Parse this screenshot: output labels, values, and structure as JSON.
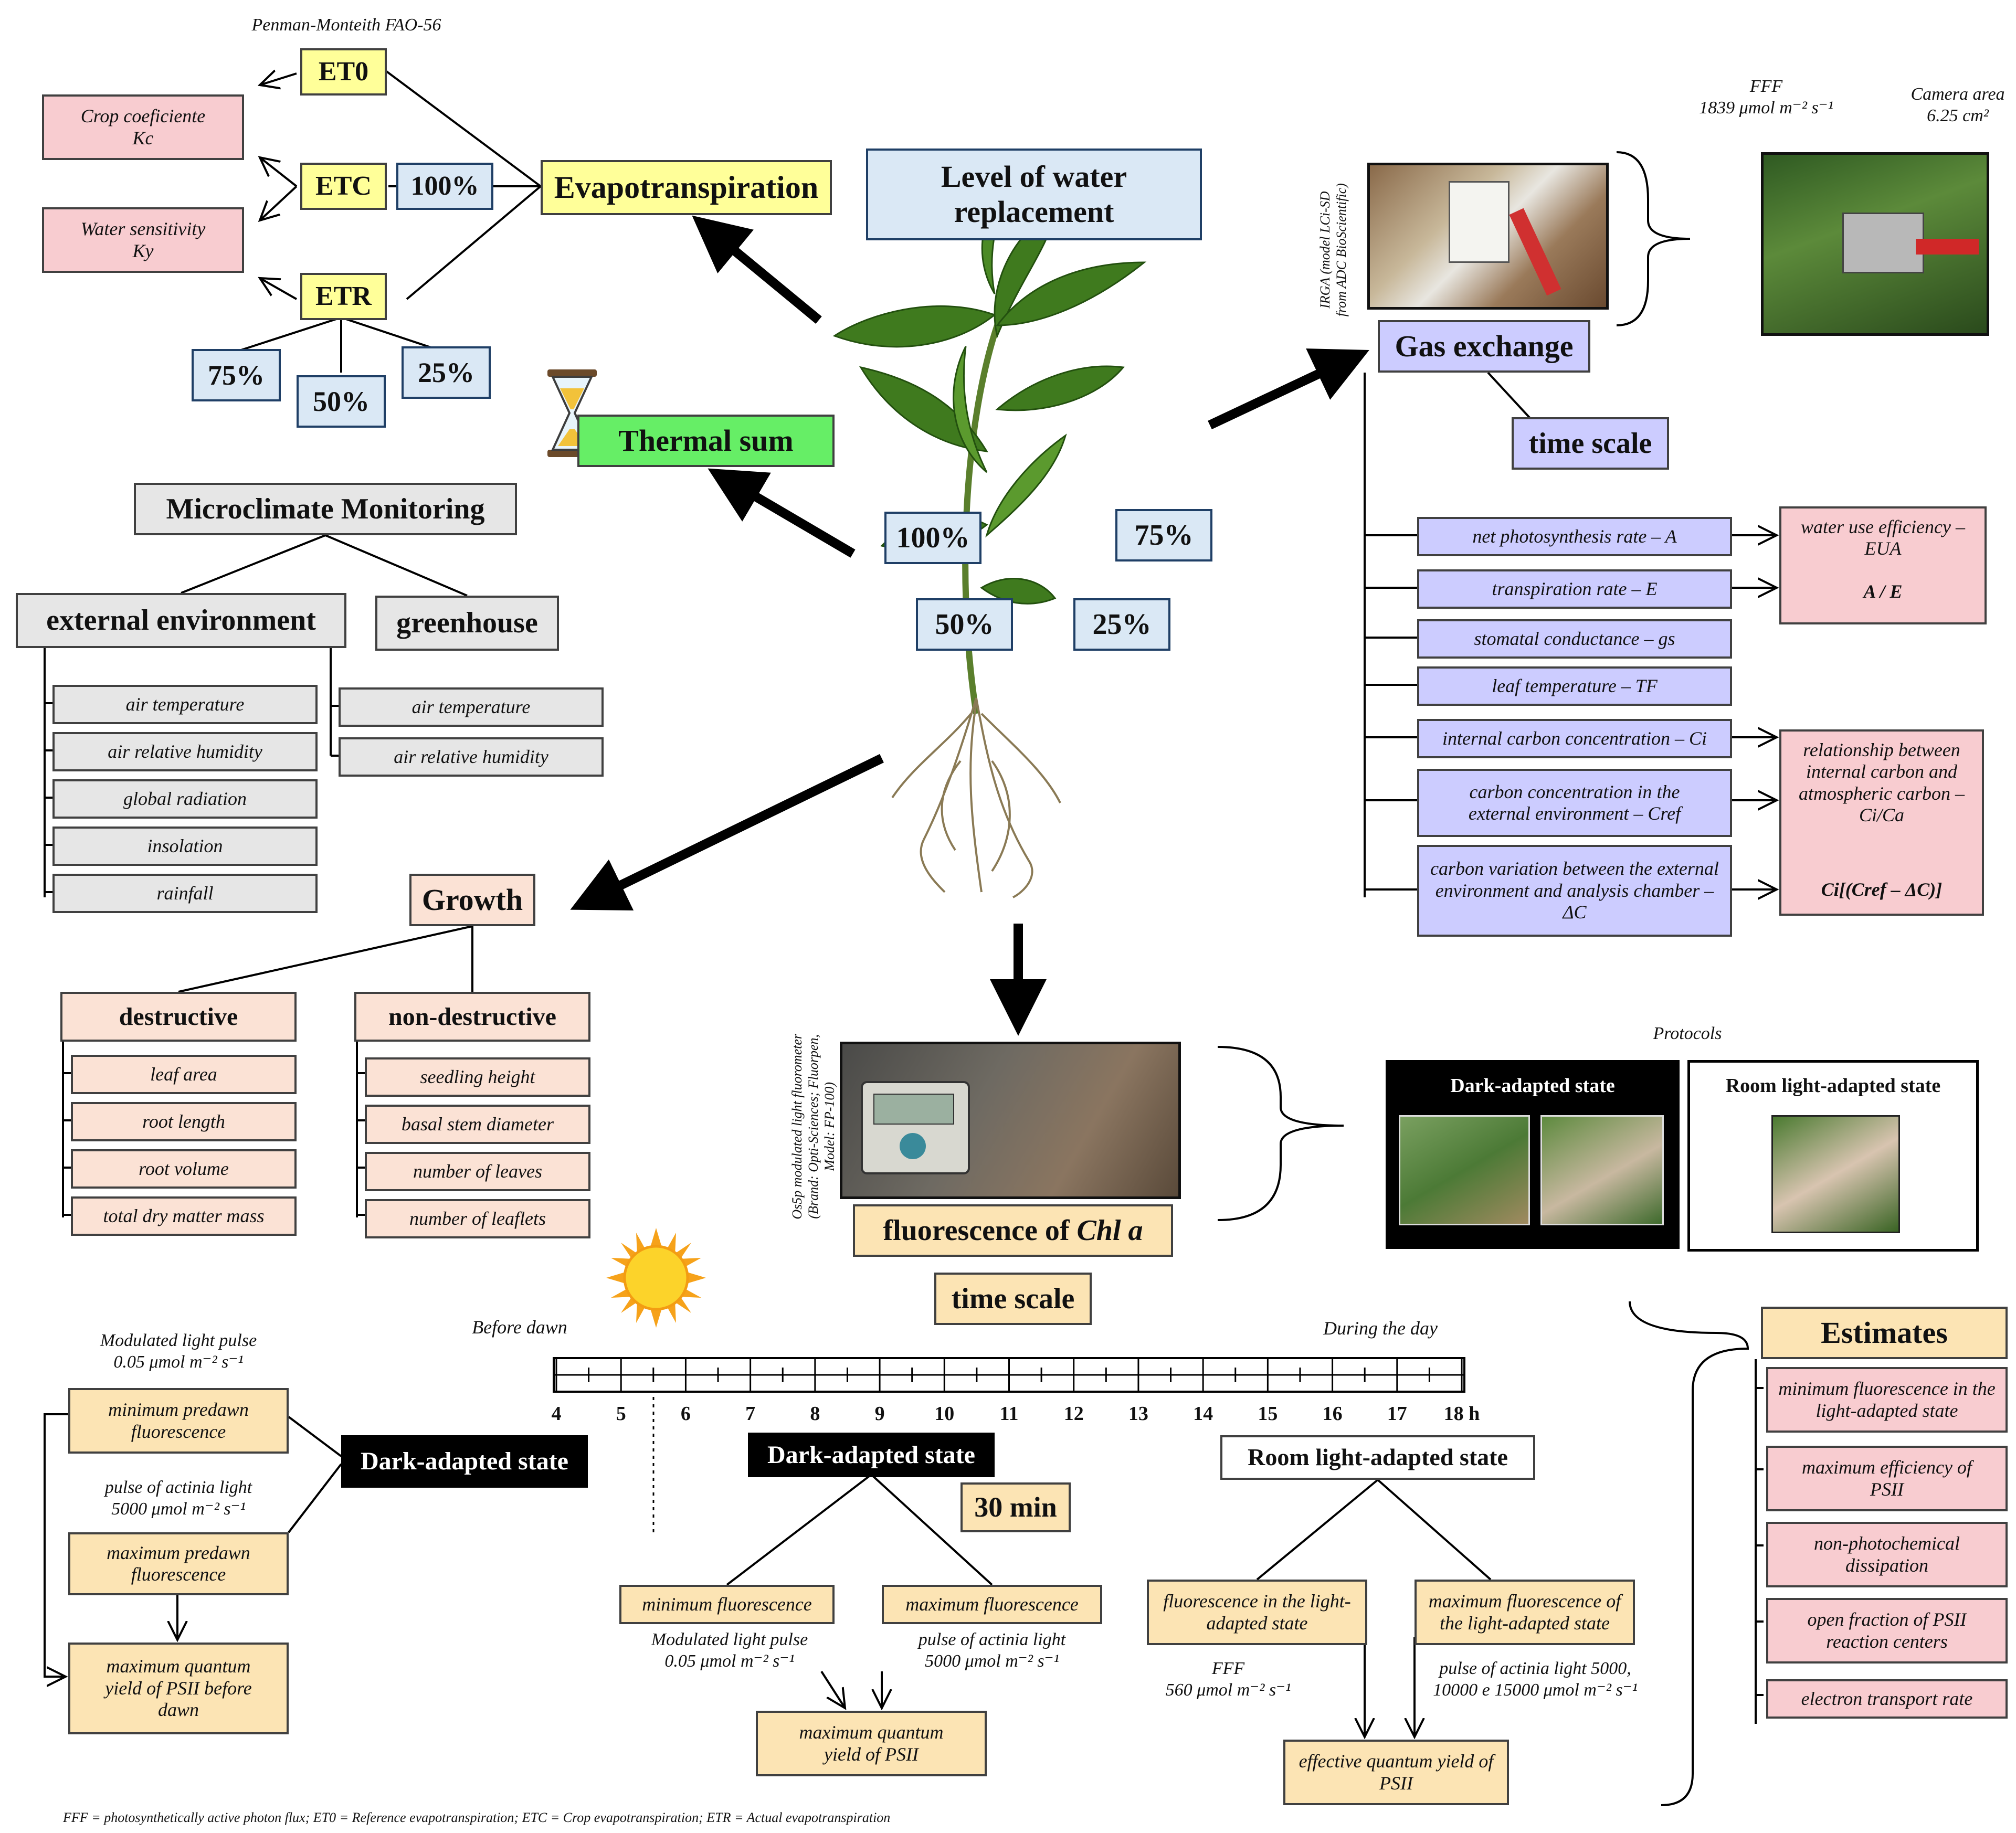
{
  "evapotranspiration": {
    "method_note": "Penman-Monteith FAO-56",
    "et0": "ET0",
    "etc": "ETC",
    "etr": "ETR",
    "etc_pct": "100%",
    "crop_coef_l1": "Crop coeficiente",
    "crop_coef_l2": "Kc",
    "water_sens_l1": "Water sensitivity",
    "water_sens_l2": "Ky",
    "title": "Evapotranspiration",
    "etr_levels": [
      "75%",
      "50%",
      "25%"
    ]
  },
  "water_replacement": {
    "title_l1": "Level of water",
    "title_l2": "replacement",
    "levels": [
      "100%",
      "75%",
      "50%",
      "25%"
    ]
  },
  "thermal_sum": "Thermal sum",
  "microclimate": {
    "title": "Microclimate Monitoring",
    "external_title": "external environment",
    "greenhouse_title": "greenhouse",
    "external_items": [
      "air temperature",
      "air relative humidity",
      "global radiation",
      "insolation",
      "rainfall"
    ],
    "greenhouse_items": [
      "air temperature",
      "air relative humidity"
    ]
  },
  "growth": {
    "title": "Growth",
    "destructive_title": "destructive",
    "nondestructive_title": "non-destructive",
    "destructive_items": [
      "leaf area",
      "root length",
      "root volume",
      "total dry matter mass"
    ],
    "nondestructive_items": [
      "seedling height",
      "basal stem diameter",
      "number of leaves",
      "number of leaflets"
    ]
  },
  "gas_exchange": {
    "irga_l1": "IRGA (model LCi-SD",
    "irga_l2": "from ADC BioScientific)",
    "fff_l1": "FFF",
    "fff_l2": "1839 μmol m⁻² s⁻¹",
    "camera_l1": "Camera area",
    "camera_l2": "6.25 cm²",
    "title": "Gas exchange",
    "time_scale": "time scale",
    "params": [
      "net photosynthesis rate – A",
      "transpiration rate – E",
      "stomatal conductance – gs",
      "leaf temperature – TF",
      "internal carbon concentration – Ci",
      "carbon concentration in the external environment – Cref",
      "carbon variation between the external environment and analysis chamber – ΔC"
    ],
    "wue_l1": "water use efficiency –",
    "wue_l2": "EUA",
    "wue_formula": "A / E",
    "cica_text": "relationship between internal carbon and atmospheric carbon – Ci/Ca",
    "cica_formula": "Ci[(Cref – ΔC)]"
  },
  "fluorescence": {
    "device_l1": "Os5p modulated light fluorometer",
    "device_l2": "(Brand: Opti-Sciences; Fluorpen,",
    "device_l3": "Model: FP-100)",
    "title_pre": "fluorescence of ",
    "title_chl": "Chl a",
    "time_scale": "time scale",
    "protocols": "Protocols",
    "dark_state": "Dark-adapted state",
    "room_state": "Room light-adapted state"
  },
  "timeline": {
    "before_dawn": "Before dawn",
    "during_day": "During the day",
    "ticks": [
      "4",
      "5",
      "6",
      "7",
      "8",
      "9",
      "10",
      "11",
      "12",
      "13",
      "14",
      "15",
      "16",
      "17",
      "18 h"
    ]
  },
  "predawn": {
    "pulse1_l1": "Modulated light pulse",
    "pulse1_l2": "0.05 μmol m⁻² s⁻¹",
    "min_predawn": "minimum predawn fluorescence",
    "pulse2_l1": "pulse of actinia light",
    "pulse2_l2": "5000 μmol m⁻² s⁻¹",
    "max_predawn": "maximum predawn fluorescence",
    "max_qy_dawn": "maximum quantum yield of PSII before dawn",
    "state": "Dark-adapted state"
  },
  "dark_adapted": {
    "state": "Dark-adapted state",
    "duration": "30 min",
    "min_fl": "minimum fluorescence",
    "max_fl": "maximum fluorescence",
    "pulse1_l1": "Modulated light pulse",
    "pulse1_l2": "0.05 μmol m⁻² s⁻¹",
    "pulse2_l1": "pulse of actinia light",
    "pulse2_l2": "5000 μmol m⁻² s⁻¹",
    "max_qy": "maximum quantum yield of PSII"
  },
  "light_adapted": {
    "state": "Room light-adapted state",
    "fl_light": "fluorescence in the light-adapted state",
    "max_fl_light": "maximum fluorescence of the light-adapted state",
    "fff_l1": "FFF",
    "fff_l2": "560 μmol m⁻² s⁻¹",
    "pulse_l1": "pulse of actinia light 5000,",
    "pulse_l2": "10000 e 15000 μmol m⁻² s⁻¹",
    "eff_qy": "effective quantum yield of PSII"
  },
  "estimates": {
    "title": "Estimates",
    "items": [
      "minimum fluorescence in the light-adapted state",
      "maximum efficiency of PSII",
      "non-photochemical dissipation",
      "open fraction of PSII reaction centers",
      "electron transport rate"
    ]
  },
  "footnote": "FFF = photosynthetically active photon flux; ET0 = Reference evapotranspiration; ETC = Crop evapotranspiration; ETR = Actual evapotranspiration"
}
